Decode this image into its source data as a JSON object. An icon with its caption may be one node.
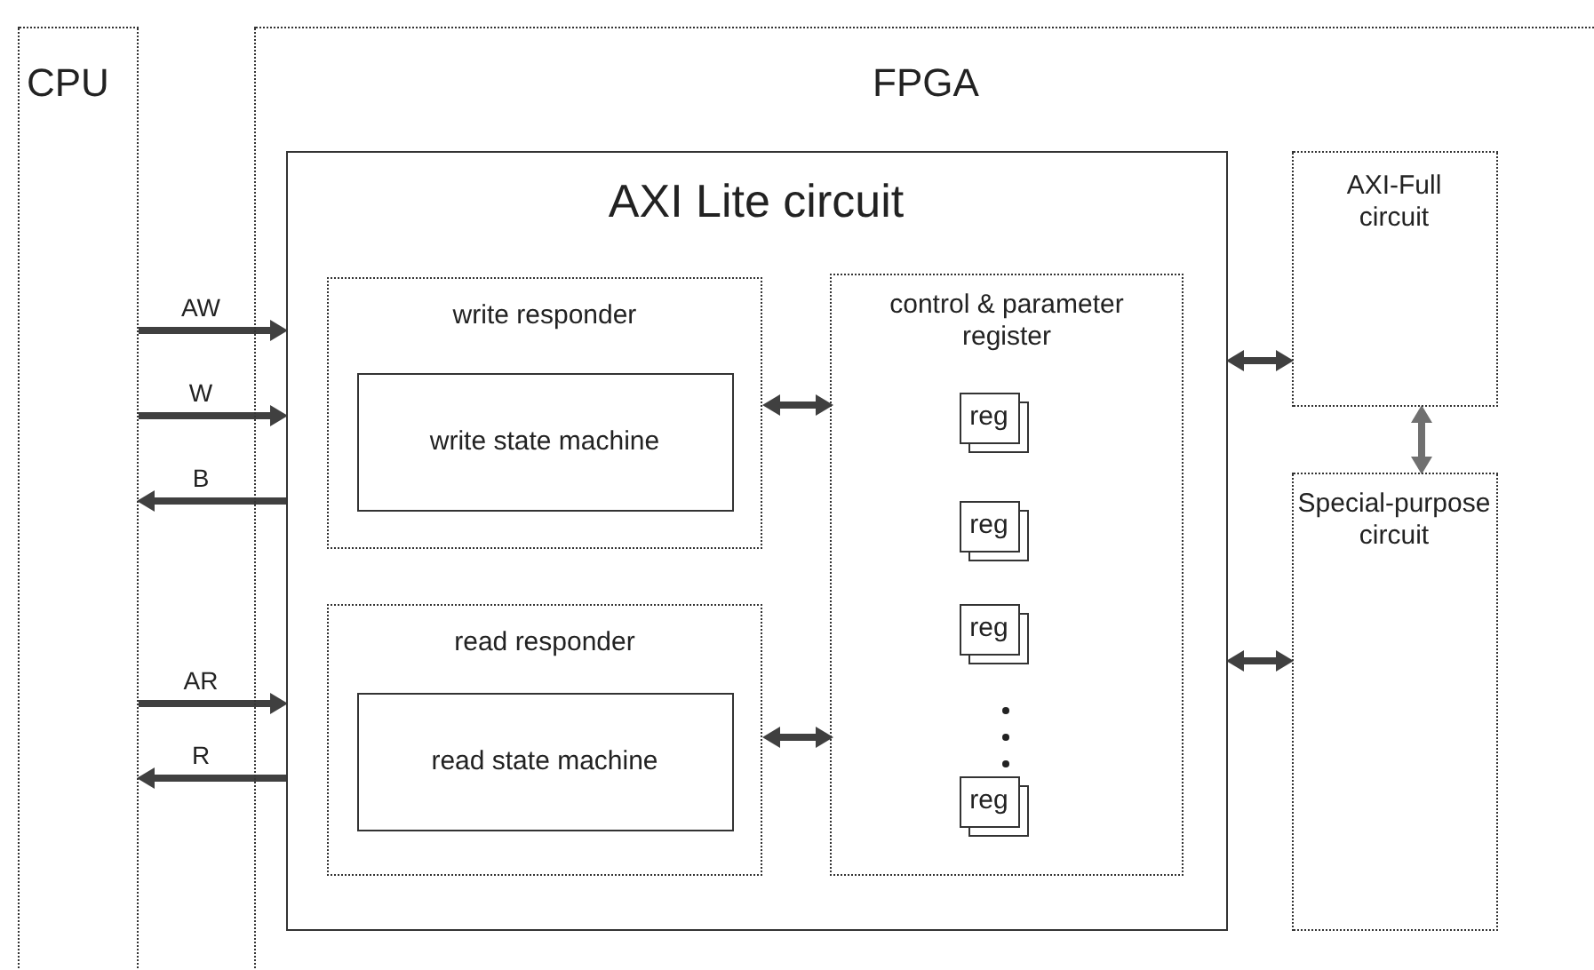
{
  "diagram": {
    "nodes": [
      {
        "text": [
          "CPU"
        ]
      },
      {
        "text": [
          "FPGA"
        ]
      },
      {
        "text": [
          "AXI Lite circuit"
        ],
        "in": 1
      },
      {
        "text": [
          "write responder"
        ],
        "in": 2
      },
      {
        "text": [
          "write state machine"
        ],
        "in": 3
      },
      {
        "text": [
          "read responder"
        ],
        "in": 2
      },
      {
        "text": [
          "read state machine"
        ],
        "in": 5
      },
      {
        "text": [
          "control & parameter register"
        ],
        "in": 2
      },
      {
        "text": [
          "reg"
        ],
        "in": 7
      },
      {
        "text": [
          "reg"
        ],
        "in": 7
      },
      {
        "text": [
          "reg"
        ],
        "in": 7
      },
      {
        "text": [
          "reg"
        ],
        "in": 7
      },
      {
        "text": [
          "AXI-Full circuit"
        ],
        "in": 1
      },
      {
        "text": [
          "Special-purpose circuit"
        ],
        "in": 1
      }
    ],
    "edges": [
      {
        "from": 0,
        "to": 2,
        "arrow": "to",
        "label": "AW"
      },
      {
        "from": 0,
        "to": 2,
        "arrow": "to",
        "label": "W"
      },
      {
        "from": 2,
        "to": 0,
        "arrow": "to",
        "label": "B"
      },
      {
        "from": 0,
        "to": 2,
        "arrow": "to",
        "label": "AR"
      },
      {
        "from": 2,
        "to": 0,
        "arrow": "to",
        "label": "R"
      },
      {
        "from": 3,
        "to": 7,
        "arrow": "both"
      },
      {
        "from": 5,
        "to": 7,
        "arrow": "both"
      },
      {
        "from": 2,
        "to": 12,
        "arrow": "both"
      },
      {
        "from": 2,
        "to": 13,
        "arrow": "both"
      },
      {
        "from": 12,
        "to": 13,
        "arrow": "both",
        "color": "#707070"
      }
    ]
  }
}
